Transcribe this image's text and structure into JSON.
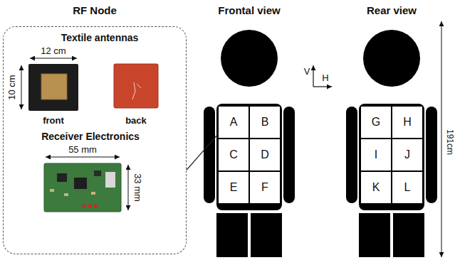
{
  "diagram": {
    "nodes": [
      {
        "text": [
          "RF Node"
        ]
      },
      {
        "text": [
          "A"
        ]
      },
      {
        "text": [
          "B"
        ]
      },
      {
        "text": [
          "C"
        ]
      },
      {
        "text": [
          "D"
        ]
      },
      {
        "text": [
          "E"
        ]
      },
      {
        "text": [
          "F"
        ]
      },
      {
        "text": [
          "G"
        ]
      },
      {
        "text": [
          "H"
        ]
      },
      {
        "text": [
          "I"
        ]
      },
      {
        "text": [
          "J"
        ]
      },
      {
        "text": [
          "K"
        ]
      },
      {
        "text": [
          "L"
        ]
      }
    ],
    "edges": [
      {
        "from": 0,
        "to": 1,
        "arrow": "none"
      }
    ],
    "labels": [
      "Textile antennas",
      "12 cm",
      "10 cm",
      "front",
      "back",
      "Receiver Electronics",
      "55 mm",
      "33 mm",
      "Frontal view",
      "V",
      "H",
      "Rear view",
      "191cm"
    ]
  }
}
